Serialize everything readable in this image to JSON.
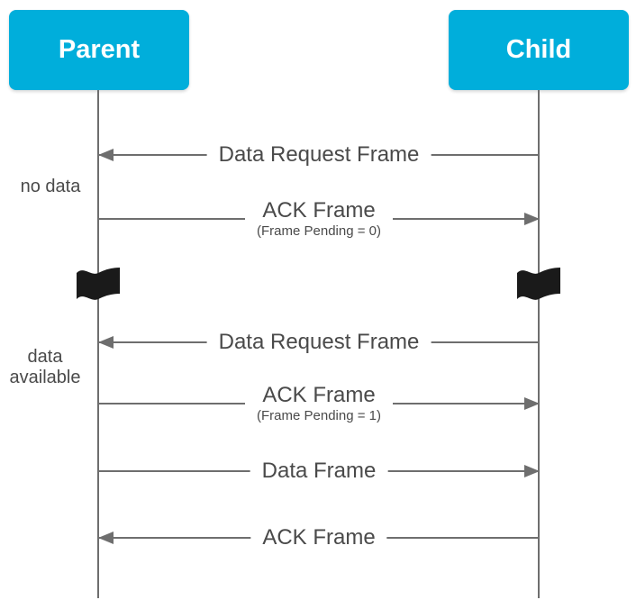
{
  "diagram": {
    "nodes": {
      "parent": "Parent",
      "child": "Child"
    },
    "side_labels": {
      "first": "no data",
      "second": "data available"
    },
    "messages": [
      {
        "label": "Data Request Frame",
        "direction": "left"
      },
      {
        "label": "ACK Frame",
        "sublabel": "(Frame Pending = 0)",
        "direction": "right"
      },
      {
        "label": "Data Request Frame",
        "direction": "left"
      },
      {
        "label": "ACK Frame",
        "sublabel": "(Frame Pending = 1)",
        "direction": "right"
      },
      {
        "label": "Data Frame",
        "direction": "right"
      },
      {
        "label": "ACK Frame",
        "direction": "left"
      }
    ],
    "icons": {
      "break_marker": "flag-icon"
    },
    "colors": {
      "node_background": "#00AEDB",
      "node_text": "#FFFFFF",
      "line": "#6E6E6E",
      "label_text": "#4A4A4A",
      "flag": "#1A1A1A",
      "background": "#FFFFFF"
    }
  }
}
